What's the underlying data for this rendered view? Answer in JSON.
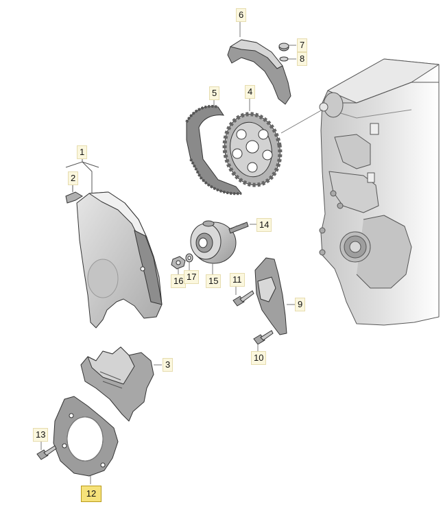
{
  "diagram": {
    "callouts": [
      {
        "id": "1",
        "label": "1"
      },
      {
        "id": "2",
        "label": "2"
      },
      {
        "id": "3",
        "label": "3"
      },
      {
        "id": "4",
        "label": "4"
      },
      {
        "id": "5",
        "label": "5"
      },
      {
        "id": "6",
        "label": "6"
      },
      {
        "id": "7",
        "label": "7"
      },
      {
        "id": "8",
        "label": "8"
      },
      {
        "id": "9",
        "label": "9"
      },
      {
        "id": "10",
        "label": "10"
      },
      {
        "id": "11",
        "label": "11"
      },
      {
        "id": "12",
        "label": "12",
        "selected": true
      },
      {
        "id": "13",
        "label": "13"
      },
      {
        "id": "14",
        "label": "14"
      },
      {
        "id": "15",
        "label": "15"
      },
      {
        "id": "16",
        "label": "16"
      },
      {
        "id": "17",
        "label": "17"
      }
    ],
    "colors": {
      "part_light": "#dcdcdc",
      "part_mid": "#b9b9b9",
      "part_dark": "#7f7f7f",
      "outline": "#333333",
      "callout_bg": "#fbf7de",
      "callout_selected_bg": "#f6e27a"
    }
  }
}
